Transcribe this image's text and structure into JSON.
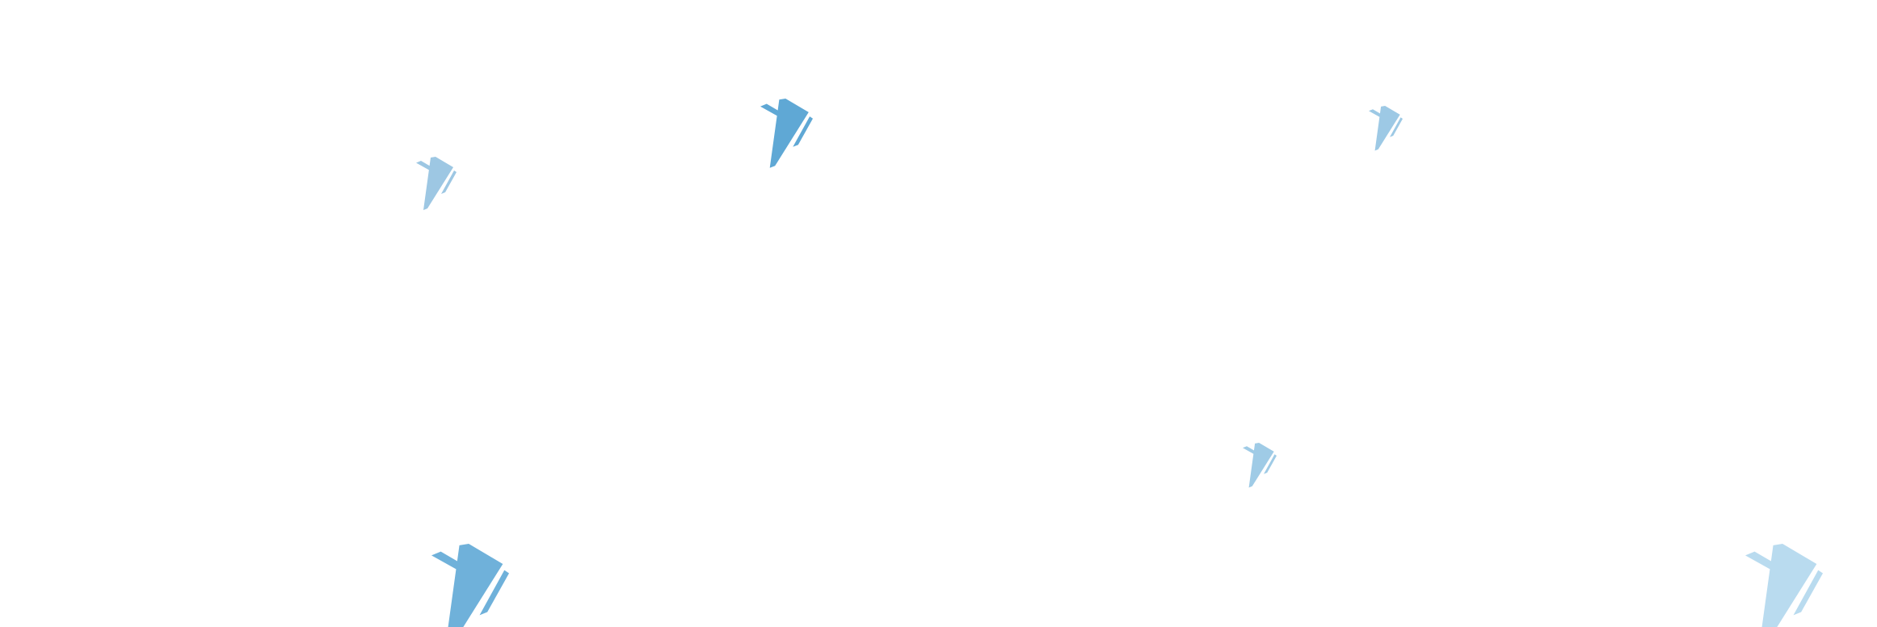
{
  "background_color": "#ffffff",
  "icon_name": "chevron-mark-icon",
  "marks": [
    {
      "name": "chevron-mark-1",
      "color": "#9dc7e3"
    },
    {
      "name": "chevron-mark-2",
      "color": "#5fa8d5"
    },
    {
      "name": "chevron-mark-3",
      "color": "#9dc9e5"
    },
    {
      "name": "chevron-mark-4",
      "color": "#9fcbe6"
    },
    {
      "name": "chevron-mark-5",
      "color": "#6fb1da"
    },
    {
      "name": "chevron-mark-6",
      "color": "#b9dbef"
    }
  ]
}
